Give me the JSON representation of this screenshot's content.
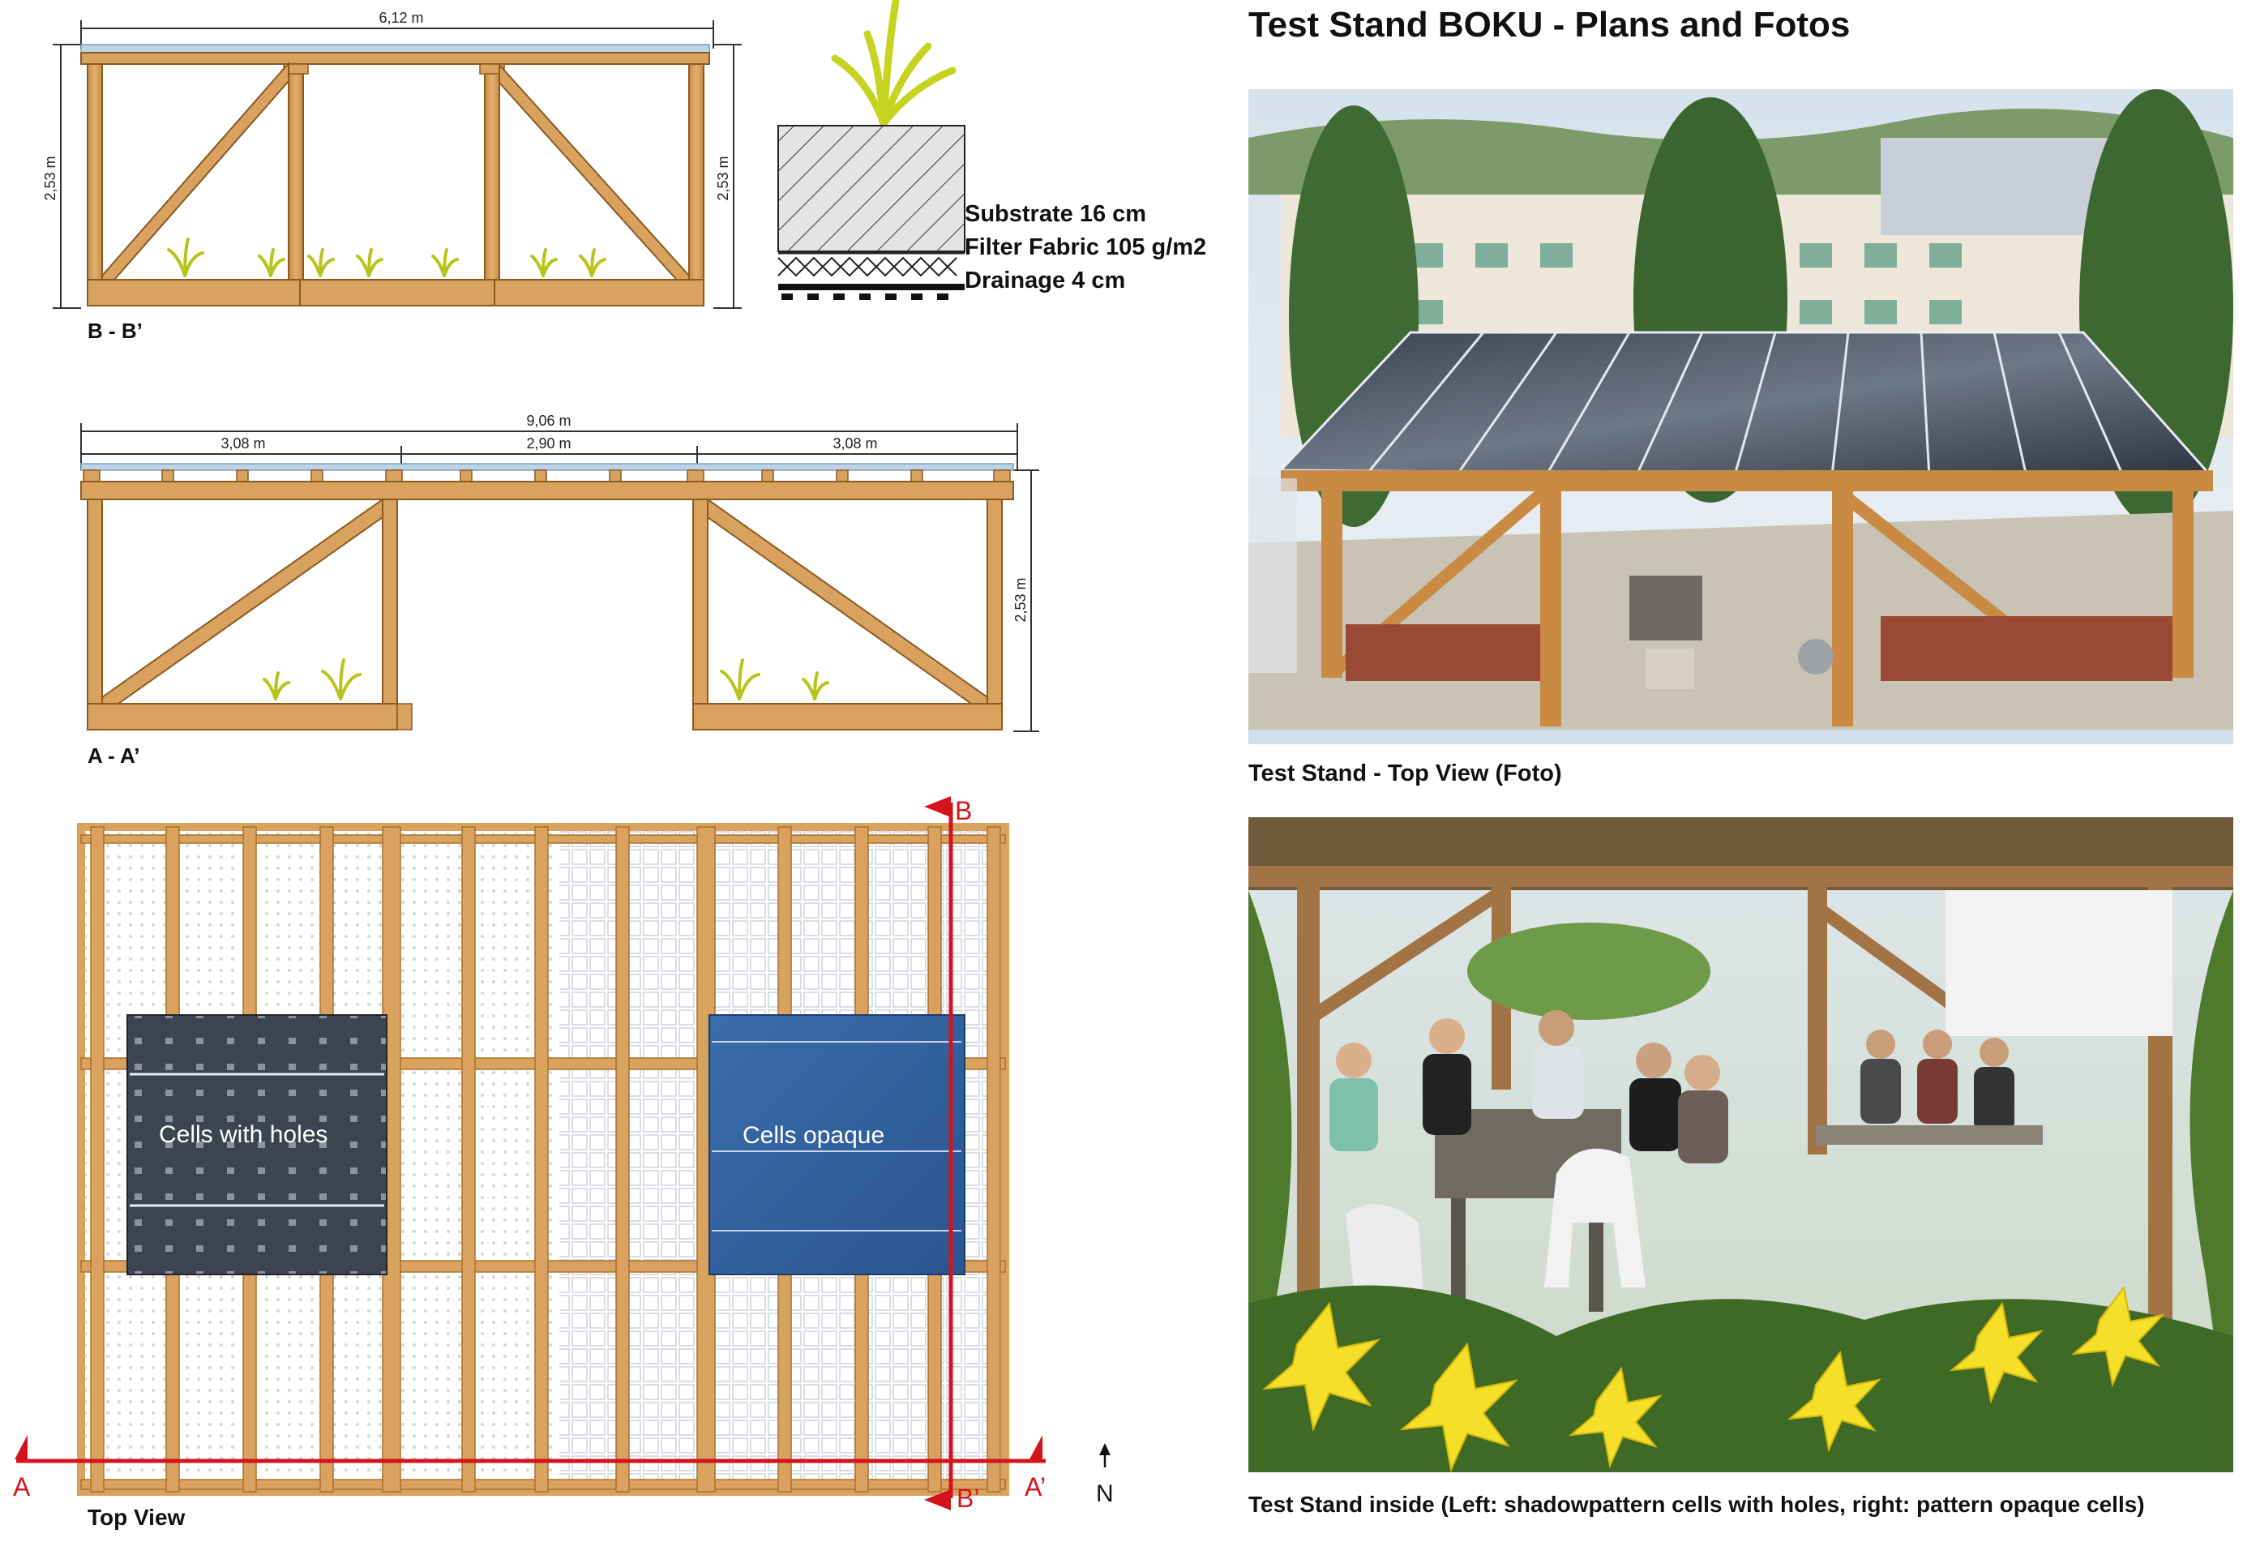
{
  "title": "Test Stand BOKU - Plans and Fotos",
  "section_bb": {
    "label": "B - B’",
    "width_dim": "6,12 m",
    "height_dim_left": "2,53 m",
    "height_dim_right": "2,53 m"
  },
  "section_aa": {
    "label": "A - A’",
    "total_dim": "9,06 m",
    "span_left": "3,08 m",
    "span_mid": "2,90 m",
    "span_right": "3,08 m",
    "height_dim": "2,53 m"
  },
  "substrate": {
    "layers": [
      "Substrate 16 cm",
      "Filter Fabric 105 g/m2",
      "Drainage 4 cm"
    ]
  },
  "top_view": {
    "label": "Top View",
    "panel_left": "Cells with holes",
    "panel_right": "Cells opaque",
    "marker_a": "A",
    "marker_a_prime": "A’",
    "marker_b": "B",
    "marker_b_prime": "B’",
    "north": "N"
  },
  "photos": {
    "top_caption": "Test Stand - Top View (Foto)",
    "inside_caption": "Test Stand inside (Left: shadowpattern cells with holes, right: pattern opaque cells)"
  },
  "colors": {
    "wood": "#d9a25e",
    "wood_dark": "#8a5a22",
    "section_red": "#d4141c",
    "panel_holes": "#3a4250",
    "panel_opaque": "#2f5e9a",
    "plant": "#c6d320"
  }
}
